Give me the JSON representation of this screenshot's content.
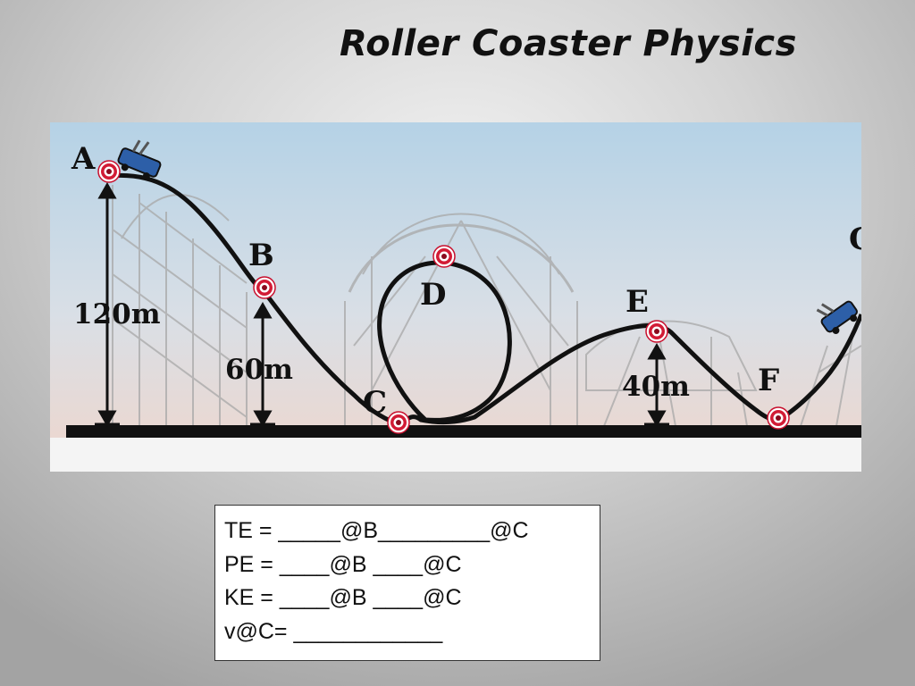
{
  "slide": {
    "title": "Roller Coaster Physics"
  },
  "diagram": {
    "points": {
      "a": "A",
      "b": "B",
      "c": "C",
      "d": "D",
      "e": "E",
      "f": "F",
      "g_partial": "G"
    },
    "heights": {
      "a": "120m",
      "b": "60m",
      "e": "40m"
    },
    "colors": {
      "sky_top": "#b5d2e6",
      "sky_bottom": "#ecd7cf",
      "track": "#111111",
      "marker": "#c8102e"
    }
  },
  "questions": {
    "te": "TE = _____@B_________@C",
    "pe": "PE = ____@B ____@C",
    "ke": "KE = ____@B ____@C",
    "v": "v@C= ____________"
  }
}
